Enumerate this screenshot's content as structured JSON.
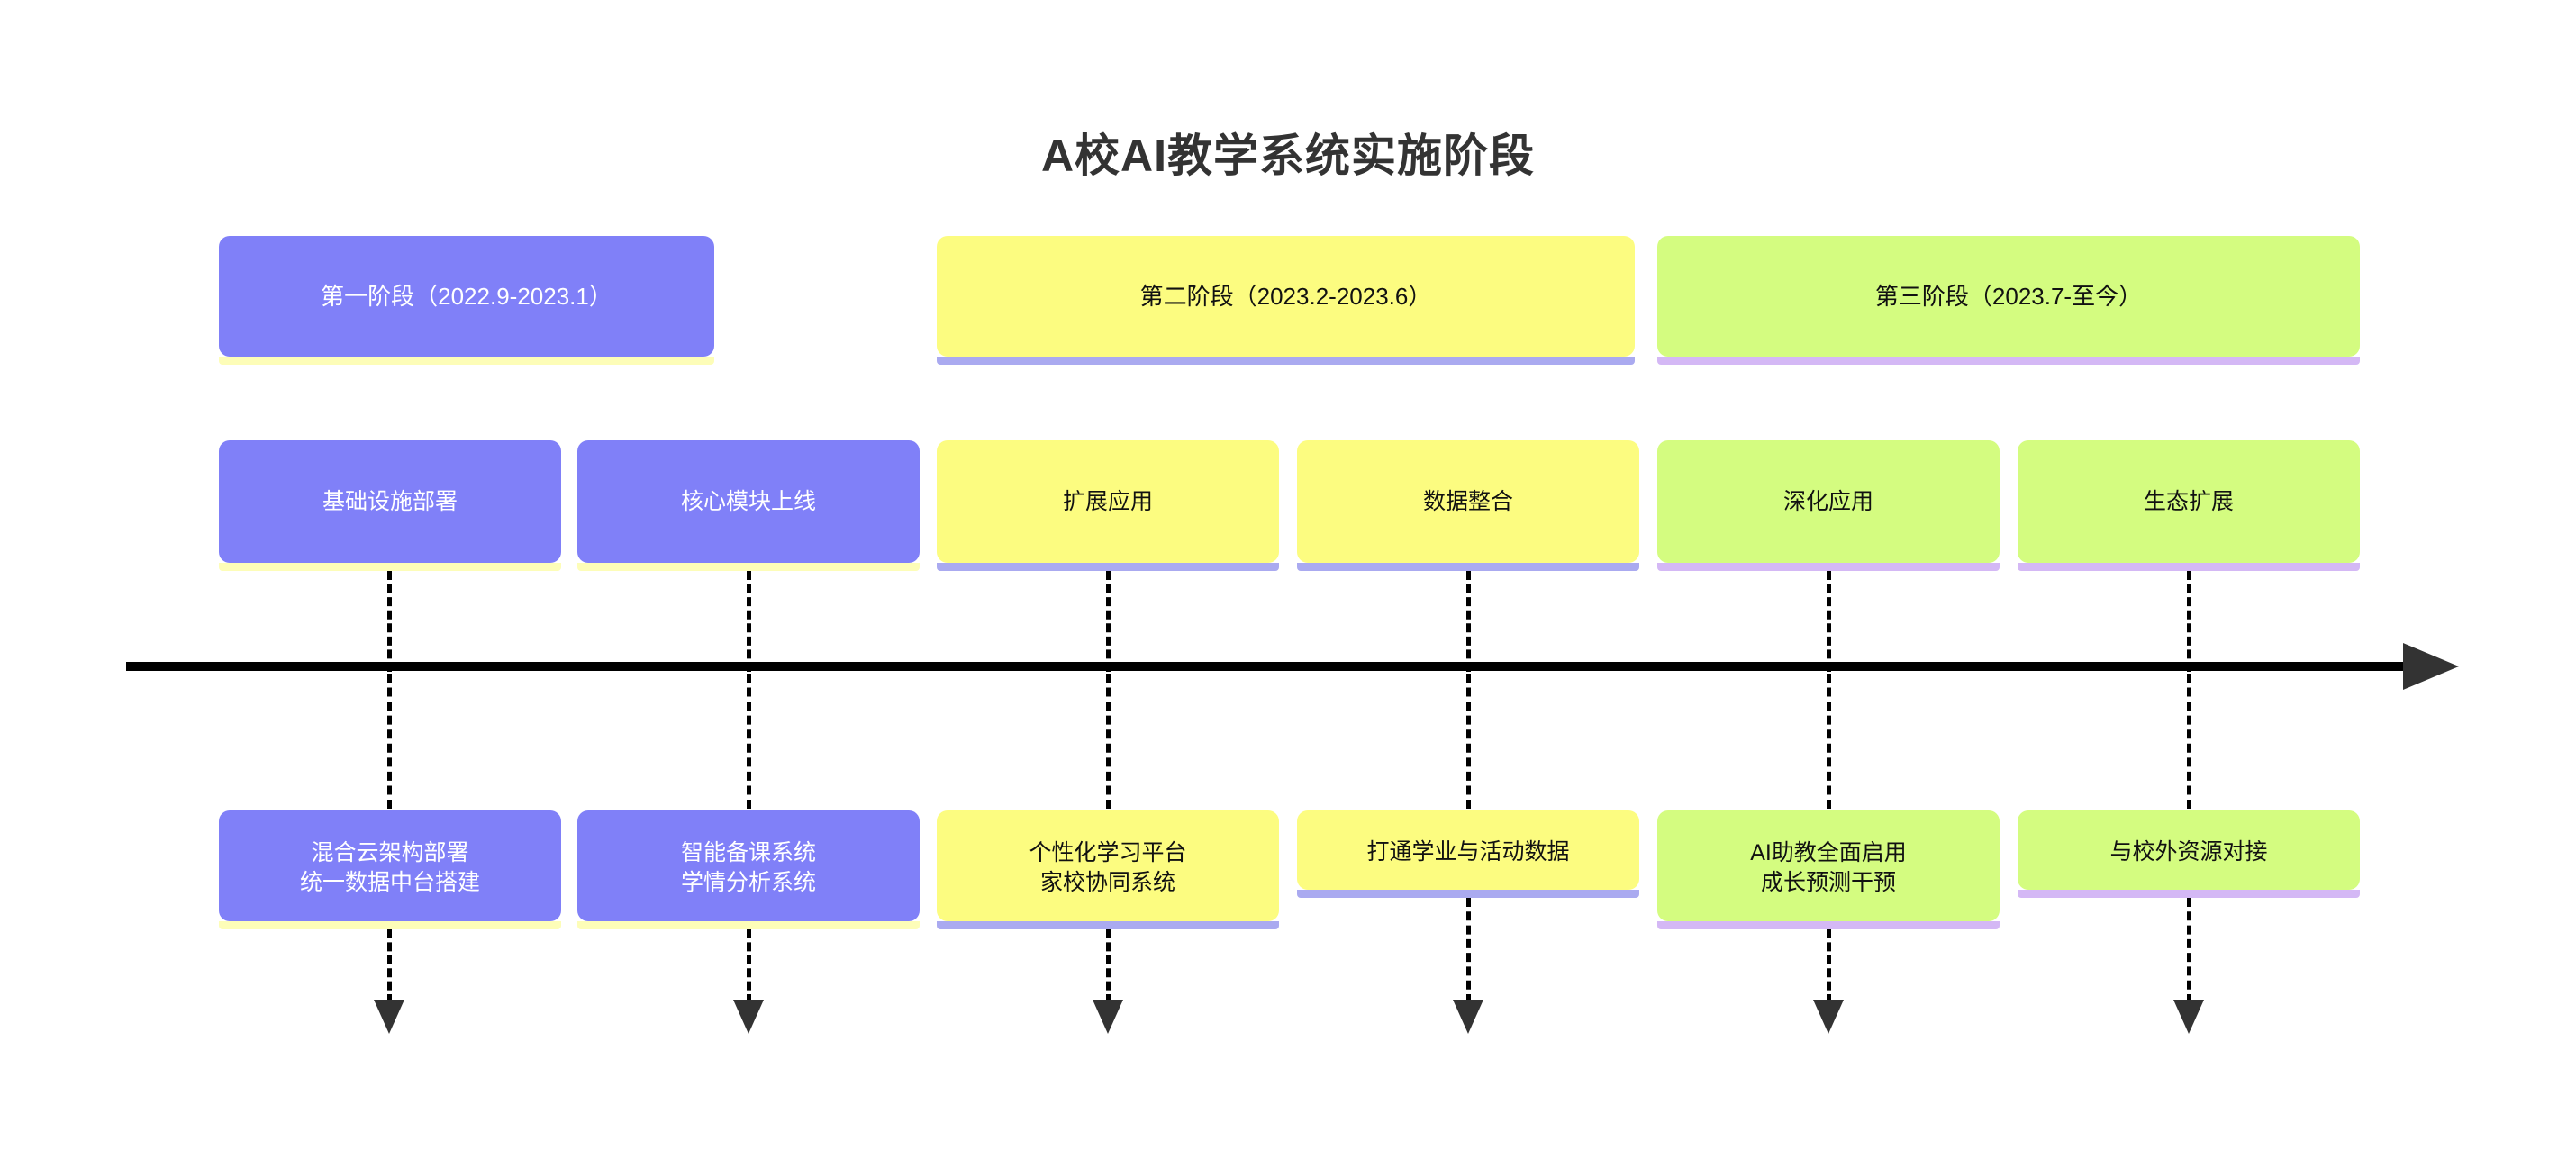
{
  "title": "A校AI教学系统实施阶段",
  "colors": {
    "phase1": "#8080f8",
    "phase2": "#fcfc80",
    "phase3": "#d4fc80",
    "axis": "#000000",
    "arrow": "#333333",
    "title_text": "#333333"
  },
  "phases": [
    {
      "label": "第一阶段（2022.9-2023.1）",
      "color_key": "purple"
    },
    {
      "label": "第二阶段（2023.2-2023.6）",
      "color_key": "yellow"
    },
    {
      "label": "第三阶段（2023.7-至今）",
      "color_key": "green"
    }
  ],
  "milestones": [
    {
      "label": "基础设施部署",
      "color_key": "purple"
    },
    {
      "label": "核心模块上线",
      "color_key": "purple"
    },
    {
      "label": "扩展应用",
      "color_key": "yellow"
    },
    {
      "label": "数据整合",
      "color_key": "yellow"
    },
    {
      "label": "深化应用",
      "color_key": "green"
    },
    {
      "label": "生态扩展",
      "color_key": "green"
    }
  ],
  "details": [
    {
      "line1": "混合云架构部署",
      "line2": "统一数据中台搭建",
      "color_key": "purple"
    },
    {
      "line1": "智能备课系统",
      "line2": "学情分析系统",
      "color_key": "purple"
    },
    {
      "line1": "个性化学习平台",
      "line2": "家校协同系统",
      "color_key": "yellow"
    },
    {
      "line1": "打通学业与活动数据",
      "line2": "",
      "color_key": "yellow"
    },
    {
      "line1": "AI助教全面启用",
      "line2": "成长预测干预",
      "color_key": "green"
    },
    {
      "line1": "与校外资源对接",
      "line2": "",
      "color_key": "green"
    }
  ]
}
